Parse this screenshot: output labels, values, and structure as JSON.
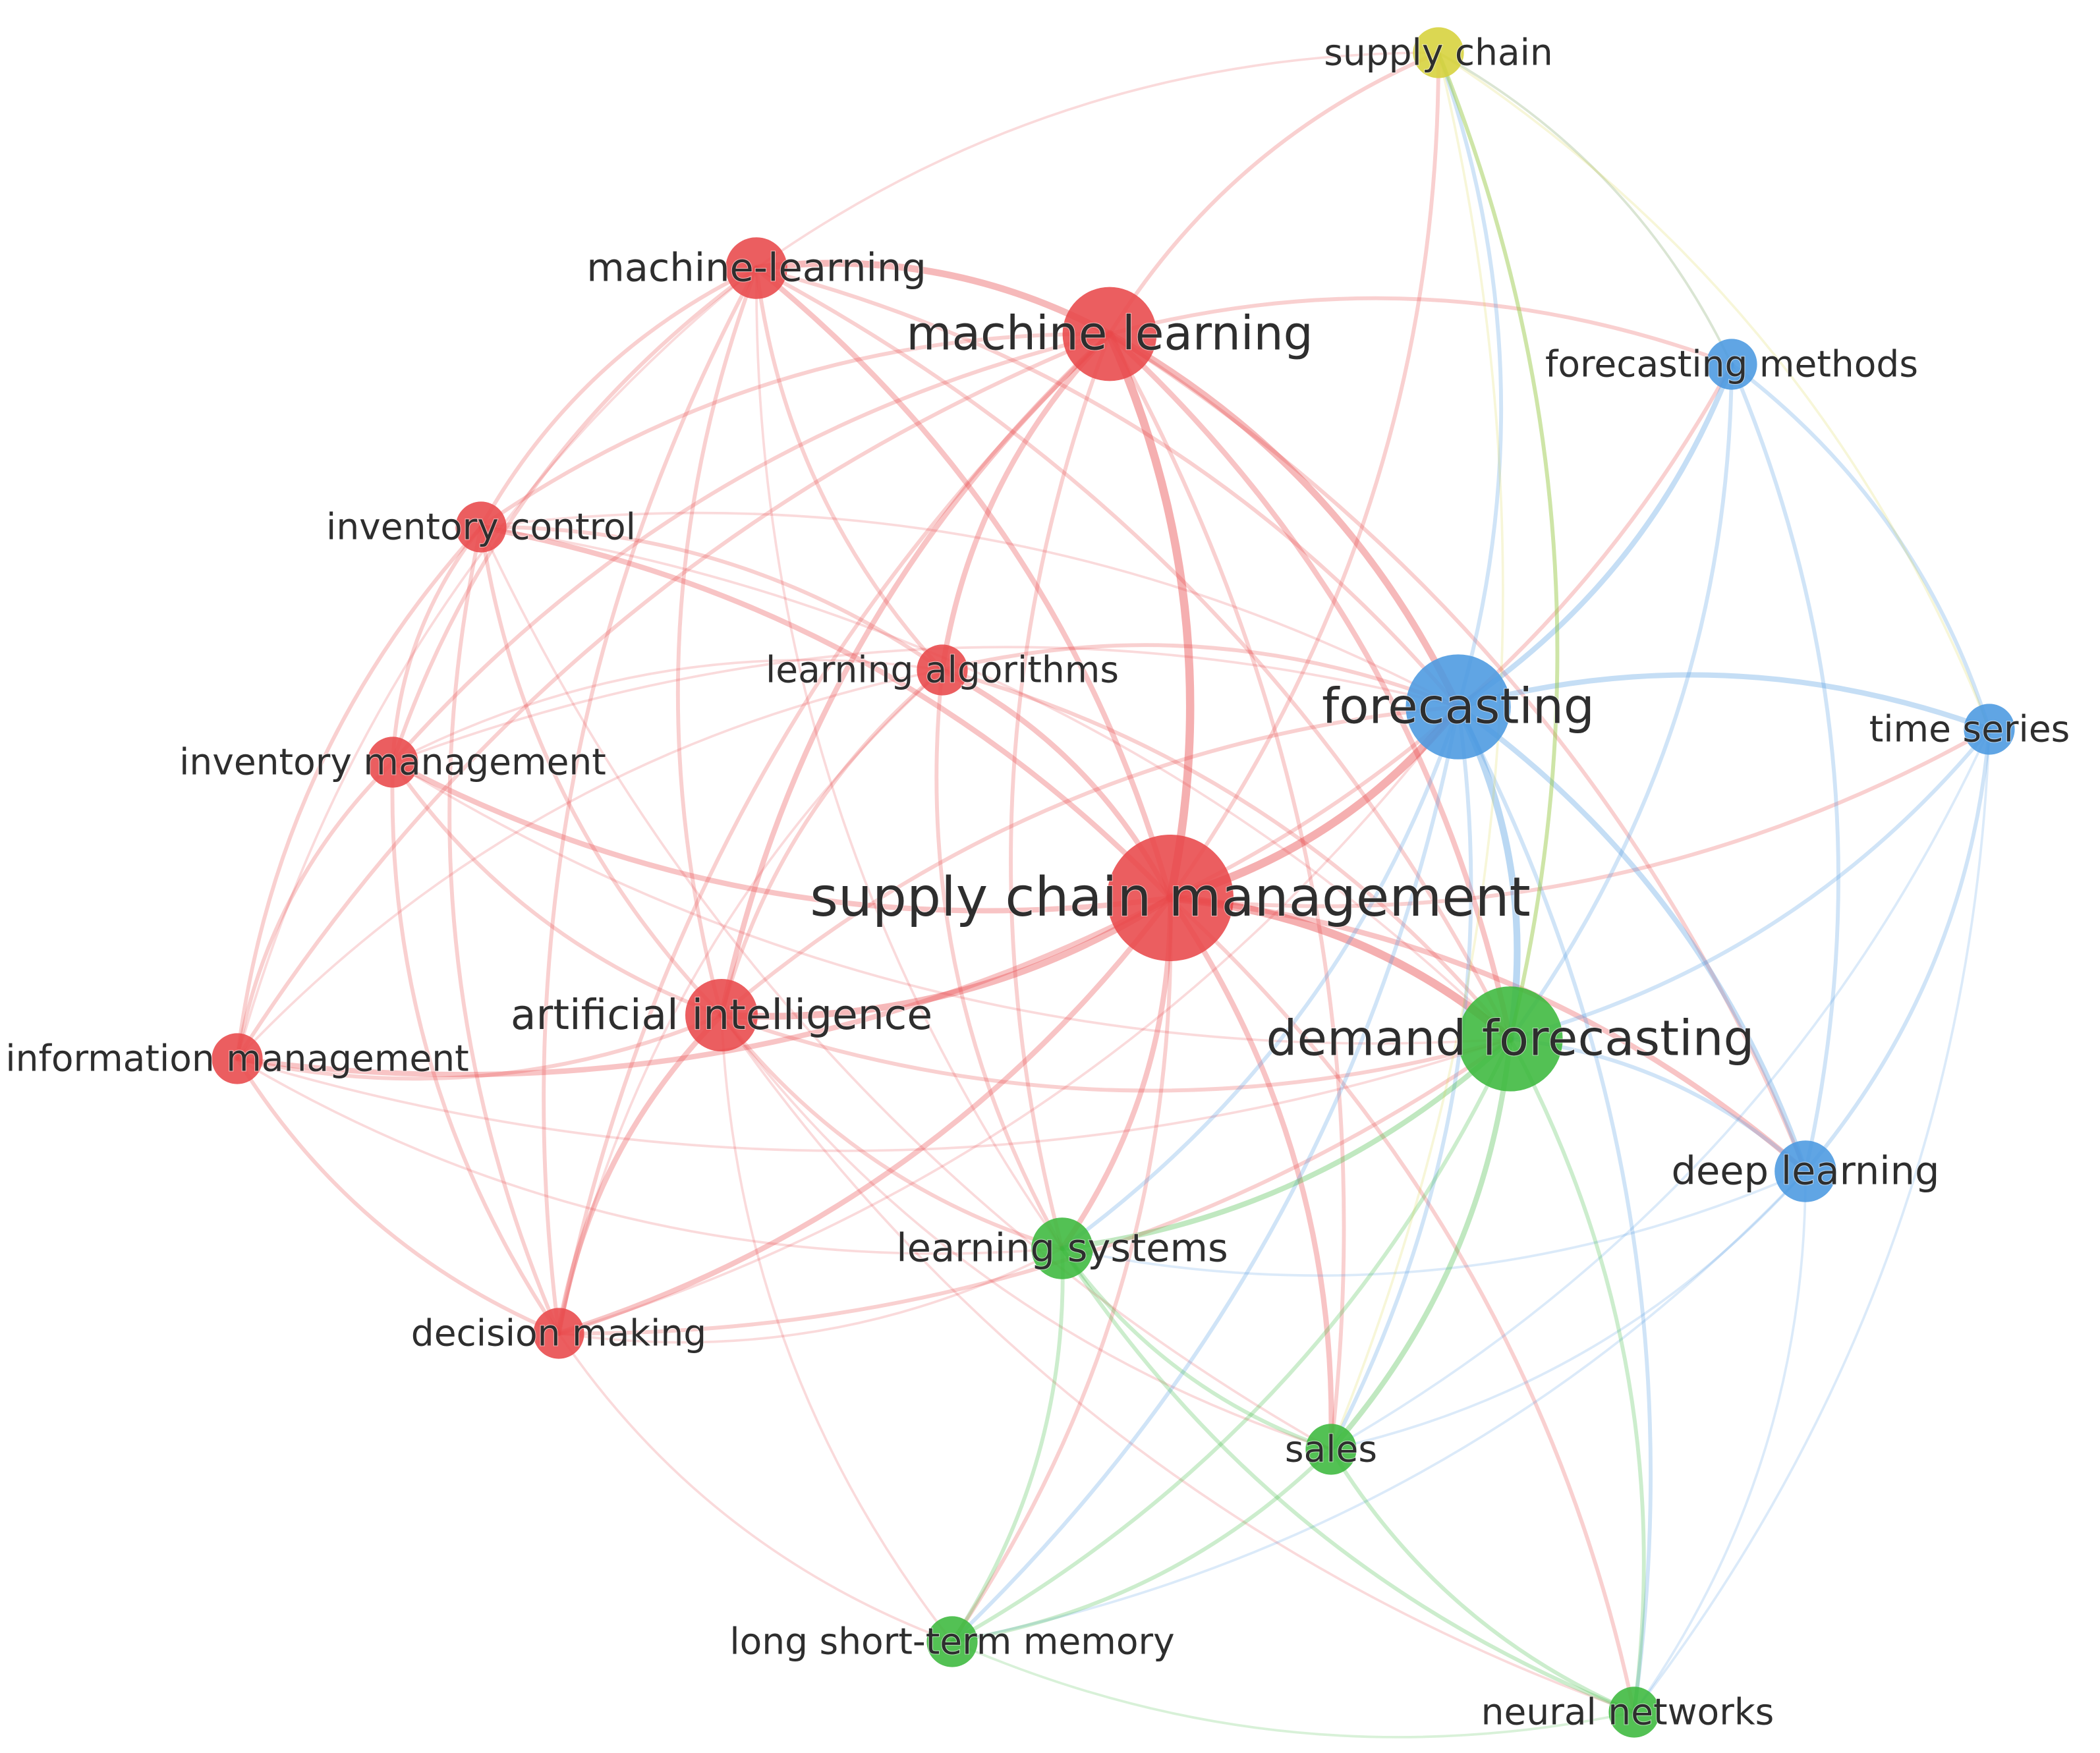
{
  "clusters": {
    "red": "#e8484a",
    "green": "#3bb83c",
    "blue": "#4a98e0",
    "yellow": "#d6d23a"
  },
  "nodes": [
    {
      "id": "scm",
      "label": "supply chain management",
      "cluster": "red",
      "weight": 10
    },
    {
      "id": "ml",
      "label": "machine learning",
      "cluster": "red",
      "weight": 7
    },
    {
      "id": "mlh",
      "label": "machine-learning",
      "cluster": "red",
      "weight": 4
    },
    {
      "id": "ic",
      "label": "inventory control",
      "cluster": "red",
      "weight": 3
    },
    {
      "id": "la",
      "label": "learning algorithms",
      "cluster": "red",
      "weight": 3
    },
    {
      "id": "im",
      "label": "inventory management",
      "cluster": "red",
      "weight": 3
    },
    {
      "id": "ai",
      "label": "artificial intelligence",
      "cluster": "red",
      "weight": 5
    },
    {
      "id": "info",
      "label": "information management",
      "cluster": "red",
      "weight": 3
    },
    {
      "id": "dm",
      "label": "decision making",
      "cluster": "red",
      "weight": 3
    },
    {
      "id": "fc",
      "label": "forecasting",
      "cluster": "blue",
      "weight": 8
    },
    {
      "id": "fm",
      "label": "forecasting methods",
      "cluster": "blue",
      "weight": 3
    },
    {
      "id": "ts",
      "label": "time series",
      "cluster": "blue",
      "weight": 3
    },
    {
      "id": "dl",
      "label": "deep learning",
      "cluster": "blue",
      "weight": 4
    },
    {
      "id": "df",
      "label": "demand forecasting",
      "cluster": "green",
      "weight": 8
    },
    {
      "id": "ls",
      "label": "learning systems",
      "cluster": "green",
      "weight": 4
    },
    {
      "id": "sales",
      "label": "sales",
      "cluster": "green",
      "weight": 3
    },
    {
      "id": "lstm",
      "label": "long short-term memory",
      "cluster": "green",
      "weight": 3
    },
    {
      "id": "nn",
      "label": "neural networks",
      "cluster": "green",
      "weight": 3
    },
    {
      "id": "sc",
      "label": "supply chain",
      "cluster": "yellow",
      "weight": 3
    }
  ],
  "links": [
    [
      "scm",
      "ml",
      5
    ],
    [
      "scm",
      "fc",
      5
    ],
    [
      "scm",
      "df",
      5
    ],
    [
      "scm",
      "ai",
      4
    ],
    [
      "scm",
      "mlh",
      3
    ],
    [
      "scm",
      "ic",
      3
    ],
    [
      "scm",
      "la",
      3
    ],
    [
      "scm",
      "im",
      3
    ],
    [
      "scm",
      "info",
      3
    ],
    [
      "scm",
      "dm",
      3
    ],
    [
      "scm",
      "ls",
      3
    ],
    [
      "scm",
      "sales",
      3
    ],
    [
      "scm",
      "lstm",
      2
    ],
    [
      "scm",
      "nn",
      2
    ],
    [
      "scm",
      "dl",
      3
    ],
    [
      "scm",
      "ts",
      2
    ],
    [
      "scm",
      "fm",
      2
    ],
    [
      "scm",
      "sc",
      2
    ],
    [
      "ml",
      "mlh",
      4
    ],
    [
      "ml",
      "fc",
      4
    ],
    [
      "ml",
      "df",
      3
    ],
    [
      "ml",
      "ai",
      3
    ],
    [
      "ml",
      "la",
      3
    ],
    [
      "ml",
      "ic",
      2
    ],
    [
      "ml",
      "im",
      2
    ],
    [
      "ml",
      "sc",
      2
    ],
    [
      "ml",
      "dm",
      2
    ],
    [
      "ml",
      "ls",
      2
    ],
    [
      "ml",
      "info",
      2
    ],
    [
      "ml",
      "dl",
      2
    ],
    [
      "ml",
      "fm",
      2
    ],
    [
      "ml",
      "sales",
      2
    ],
    [
      "mlh",
      "ic",
      2
    ],
    [
      "mlh",
      "la",
      2
    ],
    [
      "mlh",
      "im",
      2
    ],
    [
      "mlh",
      "ai",
      2
    ],
    [
      "mlh",
      "dm",
      2
    ],
    [
      "mlh",
      "fc",
      2
    ],
    [
      "mlh",
      "info",
      1
    ],
    [
      "mlh",
      "df",
      2
    ],
    [
      "mlh",
      "sc",
      1
    ],
    [
      "mlh",
      "ls",
      1
    ],
    [
      "ic",
      "im",
      2
    ],
    [
      "ic",
      "ai",
      2
    ],
    [
      "ic",
      "info",
      2
    ],
    [
      "ic",
      "dm",
      2
    ],
    [
      "ic",
      "la",
      2
    ],
    [
      "ic",
      "fc",
      1
    ],
    [
      "ic",
      "df",
      1
    ],
    [
      "ic",
      "sales",
      1
    ],
    [
      "la",
      "ai",
      2
    ],
    [
      "la",
      "im",
      1
    ],
    [
      "la",
      "fc",
      2
    ],
    [
      "la",
      "df",
      2
    ],
    [
      "la",
      "ls",
      2
    ],
    [
      "la",
      "dm",
      1
    ],
    [
      "la",
      "info",
      1
    ],
    [
      "im",
      "ai",
      2
    ],
    [
      "im",
      "info",
      2
    ],
    [
      "im",
      "dm",
      2
    ],
    [
      "im",
      "fc",
      1
    ],
    [
      "im",
      "df",
      1
    ],
    [
      "ai",
      "info",
      2
    ],
    [
      "ai",
      "dm",
      3
    ],
    [
      "ai",
      "fc",
      2
    ],
    [
      "ai",
      "df",
      2
    ],
    [
      "ai",
      "ls",
      2
    ],
    [
      "ai",
      "lstm",
      1
    ],
    [
      "ai",
      "nn",
      1
    ],
    [
      "ai",
      "sales",
      1
    ],
    [
      "info",
      "dm",
      2
    ],
    [
      "info",
      "df",
      1
    ],
    [
      "info",
      "ls",
      1
    ],
    [
      "dm",
      "df",
      2
    ],
    [
      "dm",
      "fc",
      1
    ],
    [
      "dm",
      "ls",
      1
    ],
    [
      "dm",
      "lstm",
      1
    ],
    [
      "fc",
      "df",
      4
    ],
    [
      "fc",
      "fm",
      3
    ],
    [
      "fc",
      "ts",
      3
    ],
    [
      "fc",
      "dl",
      3
    ],
    [
      "fc",
      "sales",
      2
    ],
    [
      "fc",
      "ls",
      2
    ],
    [
      "fc",
      "nn",
      2
    ],
    [
      "fc",
      "lstm",
      2
    ],
    [
      "fc",
      "sc",
      2
    ],
    [
      "fm",
      "ts",
      2
    ],
    [
      "fm",
      "dl",
      2
    ],
    [
      "fm",
      "df",
      2
    ],
    [
      "fm",
      "sc",
      1
    ],
    [
      "ts",
      "dl",
      2
    ],
    [
      "ts",
      "df",
      2
    ],
    [
      "ts",
      "sales",
      1
    ],
    [
      "ts",
      "nn",
      1
    ],
    [
      "dl",
      "df",
      2
    ],
    [
      "dl",
      "nn",
      1
    ],
    [
      "dl",
      "lstm",
      1
    ],
    [
      "dl",
      "sales",
      1
    ],
    [
      "dl",
      "ls",
      1
    ],
    [
      "df",
      "ls",
      3
    ],
    [
      "df",
      "sales",
      3
    ],
    [
      "df",
      "nn",
      2
    ],
    [
      "df",
      "lstm",
      2
    ],
    [
      "df",
      "sc",
      2
    ],
    [
      "ls",
      "sales",
      2
    ],
    [
      "ls",
      "lstm",
      2
    ],
    [
      "ls",
      "nn",
      2
    ],
    [
      "sales",
      "lstm",
      2
    ],
    [
      "sales",
      "nn",
      2
    ],
    [
      "lstm",
      "nn",
      1
    ],
    [
      "sc",
      "fm",
      1
    ],
    [
      "sc",
      "df",
      2
    ],
    [
      "sc",
      "ts",
      1
    ],
    [
      "sc",
      "sales",
      1
    ]
  ]
}
